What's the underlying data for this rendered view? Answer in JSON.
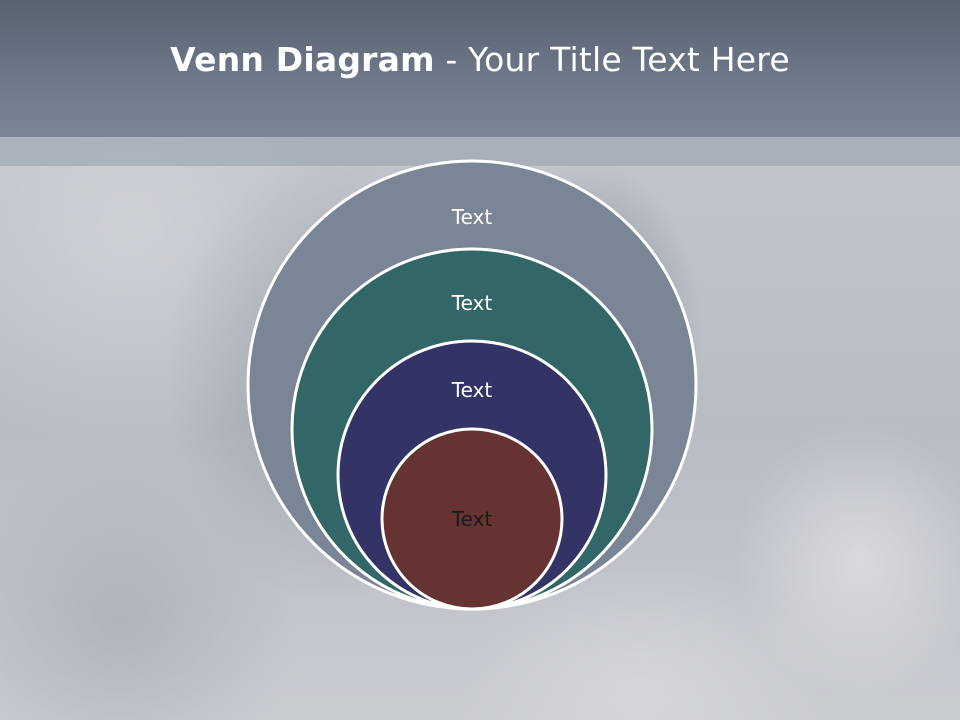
{
  "slide": {
    "title_bold": "Venn Diagram",
    "title_rest": " - Your Title Text Here"
  },
  "diagram": {
    "circles": [
      {
        "label": "Text",
        "color": "#7a8596"
      },
      {
        "label": "Text",
        "color": "#336666"
      },
      {
        "label": "Text",
        "color": "#333366"
      },
      {
        "label": "Text",
        "color": "#663333"
      }
    ]
  }
}
